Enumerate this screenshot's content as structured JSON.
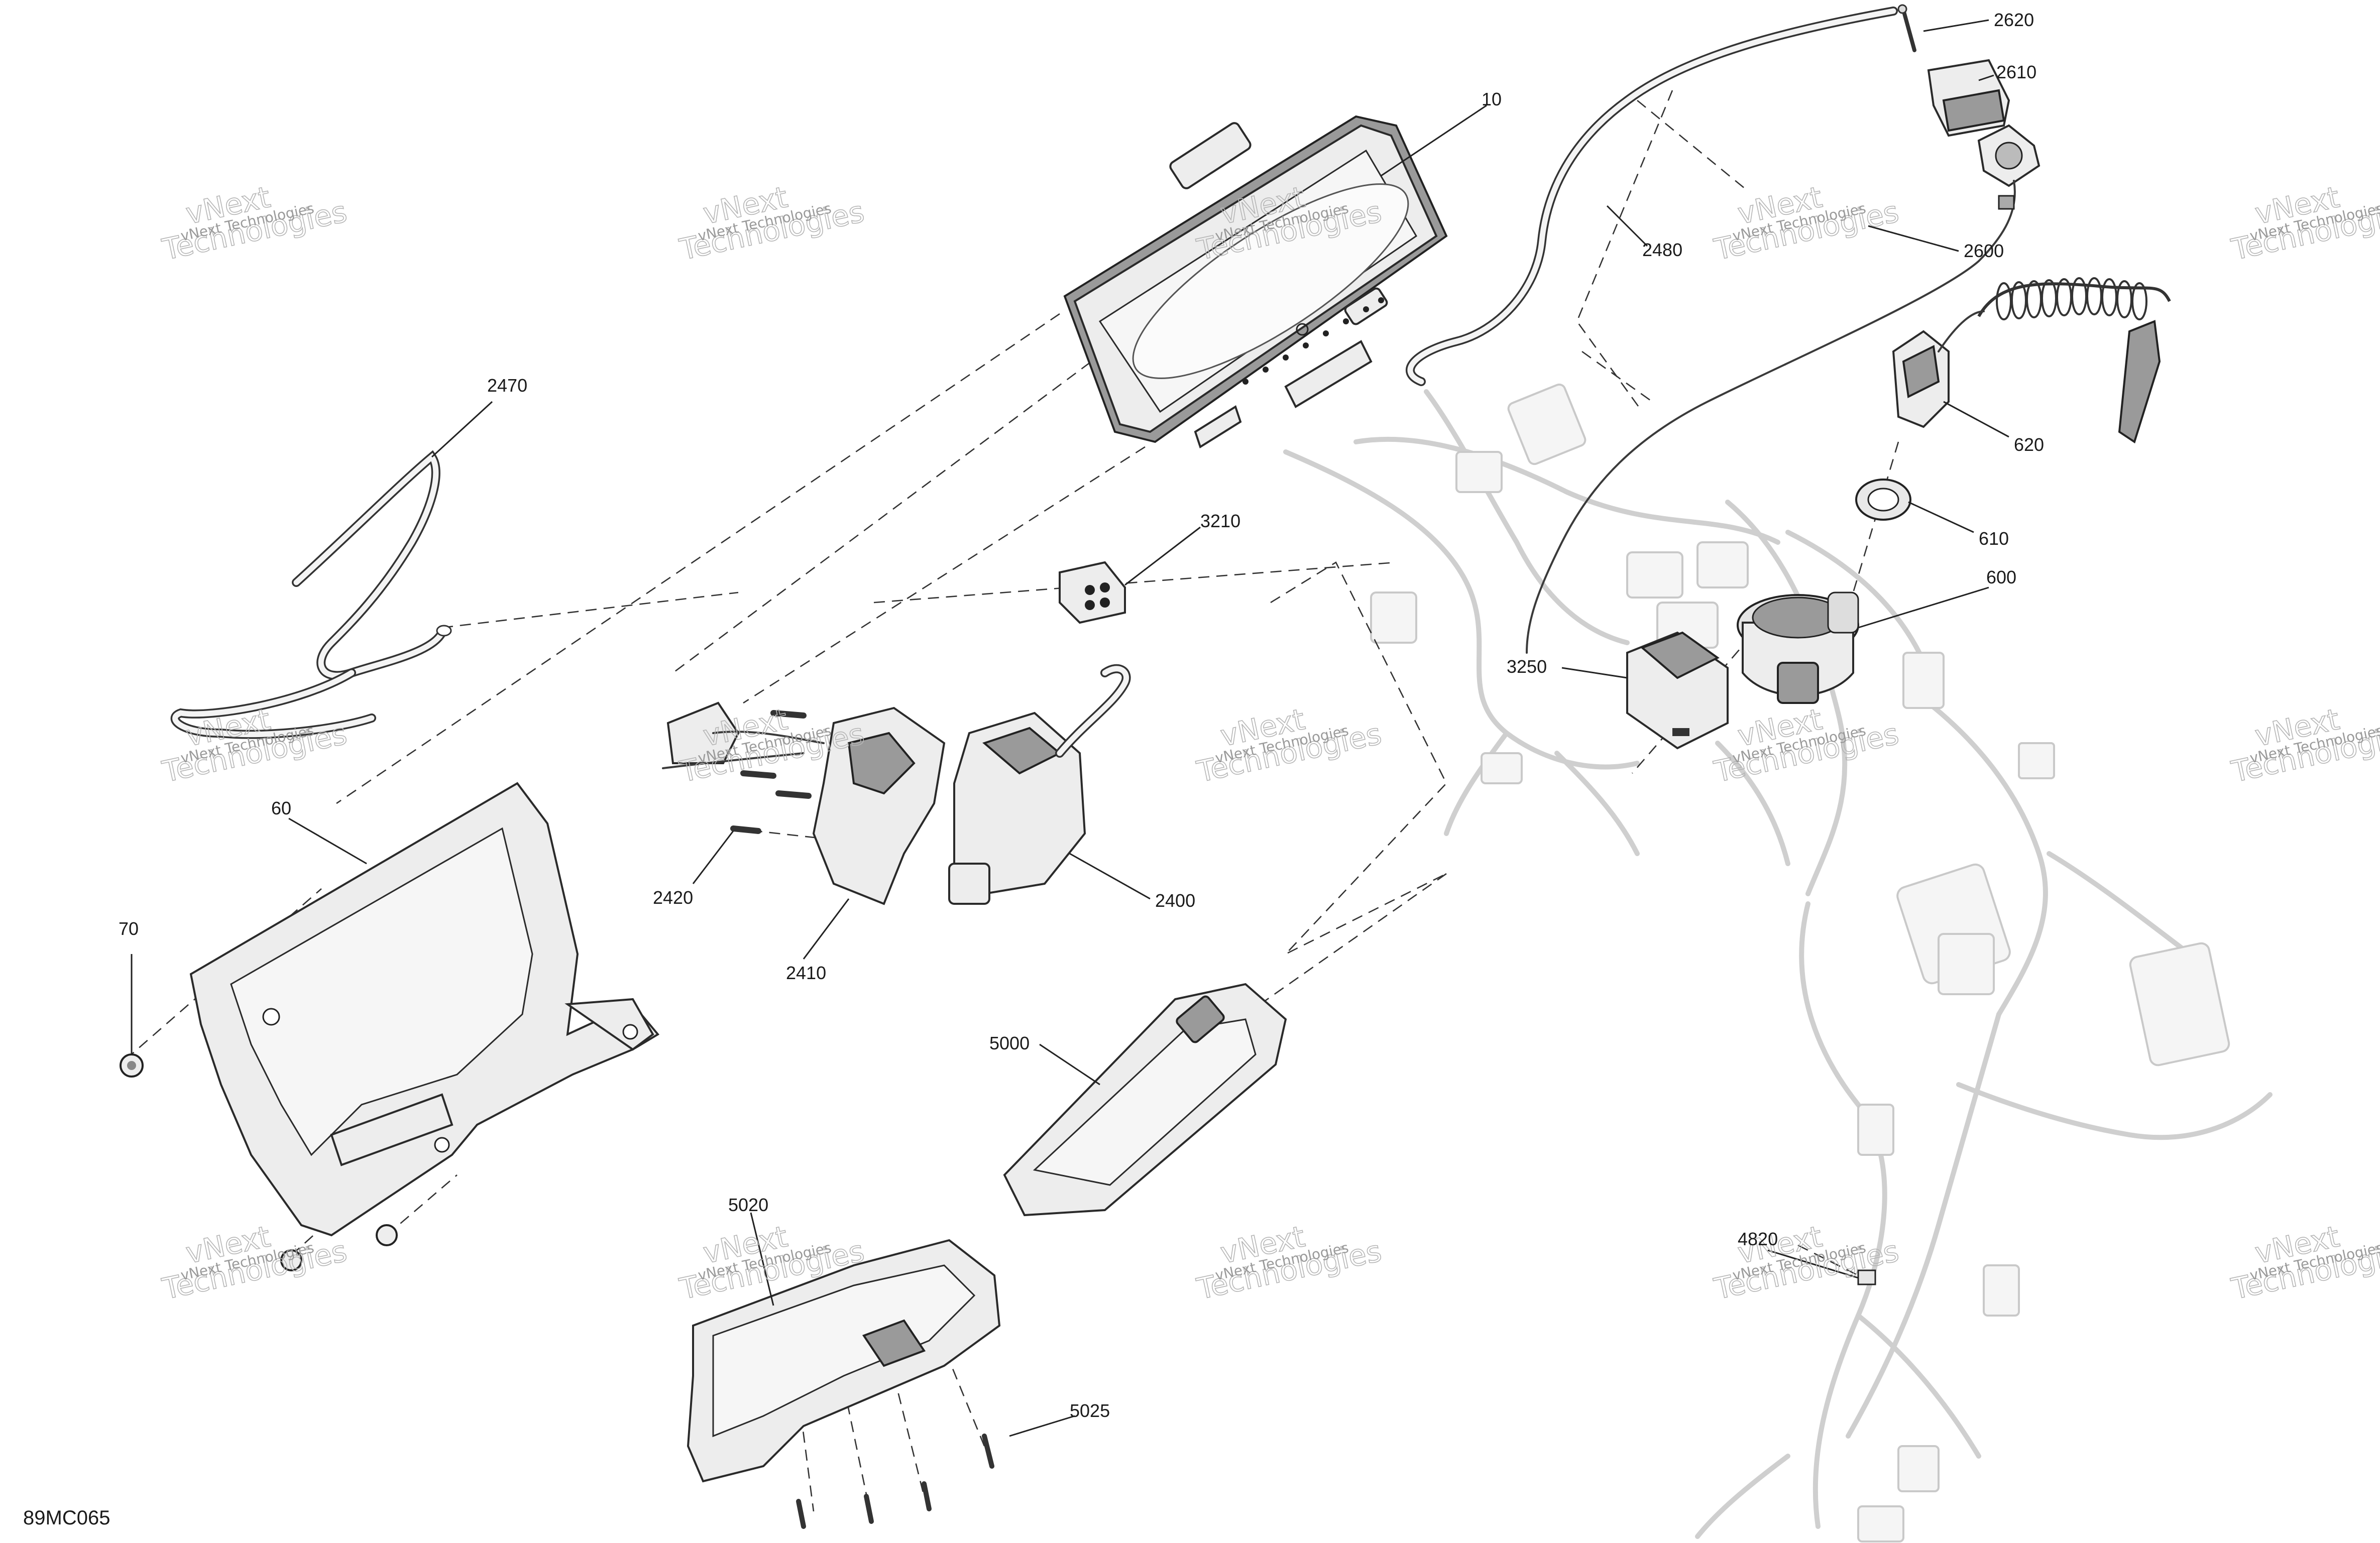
{
  "diagram_code": "89MC065",
  "watermark": {
    "line1": "vNext Technologies",
    "line2": "vNext",
    "line3": "Technologies"
  },
  "callouts": [
    {
      "id": "c10",
      "text": "10"
    },
    {
      "id": "c2620",
      "text": "2620"
    },
    {
      "id": "c2610",
      "text": "2610"
    },
    {
      "id": "c2480",
      "text": "2480"
    },
    {
      "id": "c2600",
      "text": "2600"
    },
    {
      "id": "c2470",
      "text": "2470"
    },
    {
      "id": "c620",
      "text": "620"
    },
    {
      "id": "c610",
      "text": "610"
    },
    {
      "id": "c3210",
      "text": "3210"
    },
    {
      "id": "c600",
      "text": "600"
    },
    {
      "id": "c3250",
      "text": "3250"
    },
    {
      "id": "c60",
      "text": "60"
    },
    {
      "id": "c70",
      "text": "70"
    },
    {
      "id": "c2420",
      "text": "2420"
    },
    {
      "id": "c2400",
      "text": "2400"
    },
    {
      "id": "c2410",
      "text": "2410"
    },
    {
      "id": "c5000",
      "text": "5000"
    },
    {
      "id": "c5020",
      "text": "5020"
    },
    {
      "id": "c4820",
      "text": "4820"
    },
    {
      "id": "c5025",
      "text": "5025"
    }
  ]
}
